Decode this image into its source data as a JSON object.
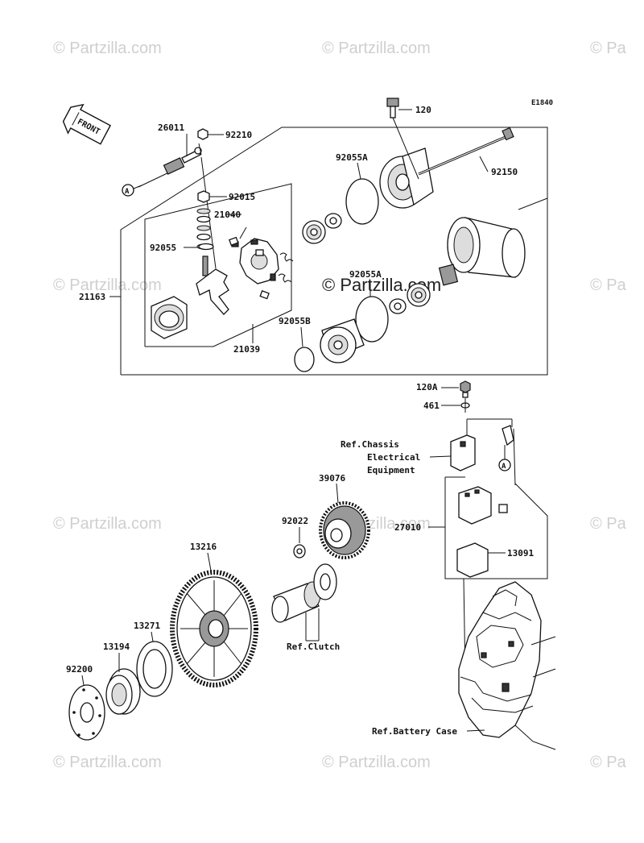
{
  "diagram_code": "E1840",
  "front_label": "FRONT",
  "watermark_text": "© Partzilla.com",
  "watermark_partial": "© Pa",
  "center_watermark": "© Partzilla.com",
  "connector_marker": "A",
  "callouts": {
    "p120": "120",
    "p26011": "26011",
    "p92210": "92210",
    "p92055A_top": "92055A",
    "p92150": "92150",
    "p92015": "92015",
    "p21040": "21040",
    "p92055": "92055",
    "p92055A_mid": "92055A",
    "p21163": "21163",
    "p92055B": "92055B",
    "p21039": "21039",
    "p120A": "120A",
    "p461": "461",
    "p27010": "27010",
    "p13091": "13091",
    "p39076": "39076",
    "p92022": "92022",
    "p13216": "13216",
    "p13271": "13271",
    "p13194": "13194",
    "p92200": "92200"
  },
  "references": {
    "chassis_line1": "Ref.Chassis",
    "chassis_line2": "Electrical",
    "chassis_line3": "Equipment",
    "clutch": "Ref.Clutch",
    "battery": "Ref.Battery Case"
  }
}
